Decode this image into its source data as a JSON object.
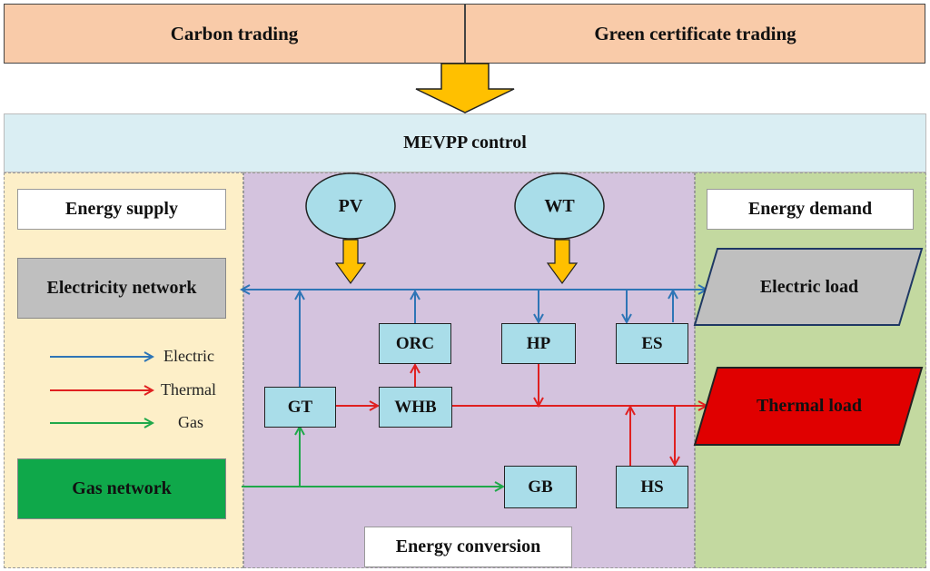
{
  "markets": {
    "carbon": "Carbon trading",
    "green": "Green certificate trading"
  },
  "control": "MEVPP control",
  "supply": {
    "header": "Energy supply",
    "electricity_network": "Electricity network",
    "gas_network": "Gas network",
    "legend": {
      "electric": "Electric",
      "thermal": "Thermal",
      "gas": "Gas"
    }
  },
  "conversion": {
    "header": "Energy conversion",
    "pv": "PV",
    "wt": "WT",
    "orc": "ORC",
    "hp": "HP",
    "es": "ES",
    "gt": "GT",
    "whb": "WHB",
    "gb": "GB",
    "hs": "HS"
  },
  "demand": {
    "header": "Energy demand",
    "electric_load": "Electric load",
    "thermal_load": "Thermal load"
  },
  "colors": {
    "electric": "#2e75b6",
    "thermal": "#e02020",
    "gas": "#1fa84a",
    "market_box": "#f9cba9",
    "control_bar": "#daeef3",
    "supply_bg": "#fdefc8",
    "conversion_bg": "#d4c3de",
    "demand_bg": "#c3d9a0",
    "device": "#a9dde9",
    "grid_box": "#bfbfbf",
    "gas_box": "#0fa84a",
    "thermal_load": "#e00000",
    "big_arrow": "#ffc000"
  }
}
